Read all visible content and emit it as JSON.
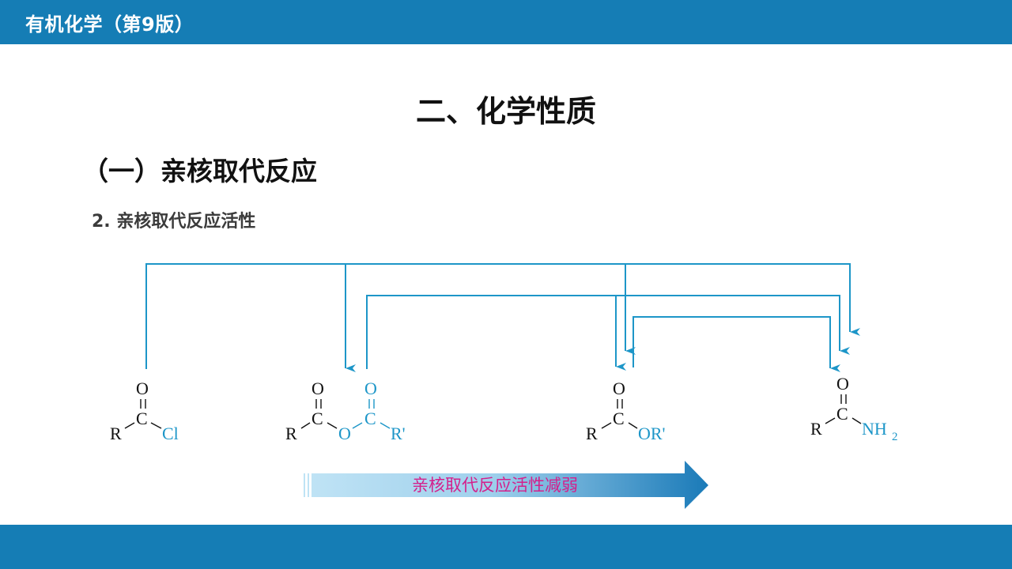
{
  "header": {
    "title": "有机化学（第9版）"
  },
  "slide": {
    "main_title": "二、化学性质",
    "section_title": "（一）亲核取代反应",
    "sub_title": "2.  亲核取代反应活性"
  },
  "compounds": [
    {
      "name": "acyl-chloride",
      "carbonyl_o": "O",
      "carbon": "C",
      "r": "R",
      "leaving_group": "Cl"
    },
    {
      "name": "acid-anhydride",
      "carbonyl_o": "O",
      "carbon": "C",
      "r": "R",
      "bridge_o": "O",
      "carbonyl_o2": "O",
      "carbon2": "C",
      "r2": "R'"
    },
    {
      "name": "ester",
      "carbonyl_o": "O",
      "carbon": "C",
      "r": "R",
      "leaving_group": "OR'"
    },
    {
      "name": "amide",
      "carbonyl_o": "O",
      "carbon": "C",
      "r": "R",
      "leaving_group": "NH",
      "subscript": "2"
    }
  ],
  "trend_arrow": {
    "label": "亲核取代反应活性减弱"
  },
  "colors": {
    "brand": "#157db5",
    "accent": "#1d96c8",
    "label": "#d4208c"
  }
}
